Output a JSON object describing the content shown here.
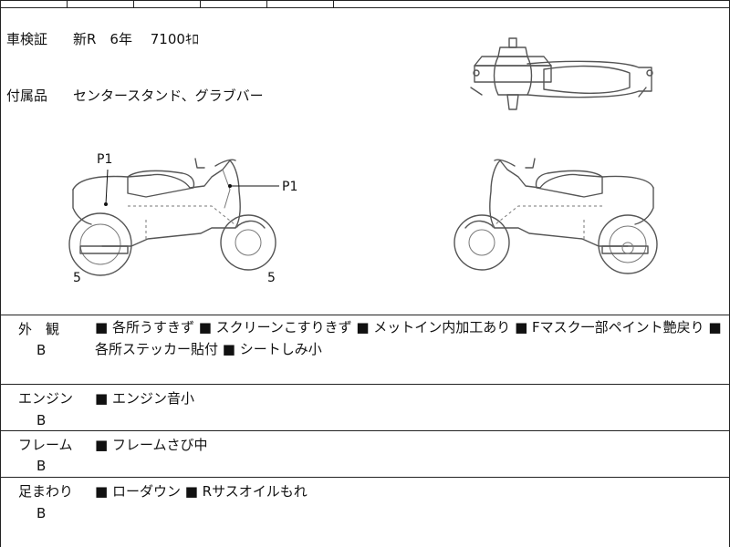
{
  "registration": {
    "label": "車検証",
    "value": "新R　6年　 7100ｷﾛ"
  },
  "accessories": {
    "label": "付属品",
    "value": "センタースタンド、グラブバー"
  },
  "damage_marks": {
    "left_p1": "P1",
    "right_p1": "P1",
    "left_rear_rating": "5",
    "left_front_rating": "5"
  },
  "inspections": [
    {
      "label": "外　観",
      "grade": "B",
      "notes": "■ 各所うすきず ■ スクリーンこすりきず ■ メットイン内加工あり ■ Fマスク一部ペイント艶戻り ■ 各所ステッカー貼付 ■ シートしみ小"
    },
    {
      "label": "エンジン",
      "grade": "B",
      "notes": "■ エンジン音小"
    },
    {
      "label": "フレーム",
      "grade": "B",
      "notes": "■ フレームさび中"
    },
    {
      "label": "足まわり",
      "grade": "B",
      "notes": "■ ローダウン ■ Rサスオイルもれ"
    }
  ]
}
